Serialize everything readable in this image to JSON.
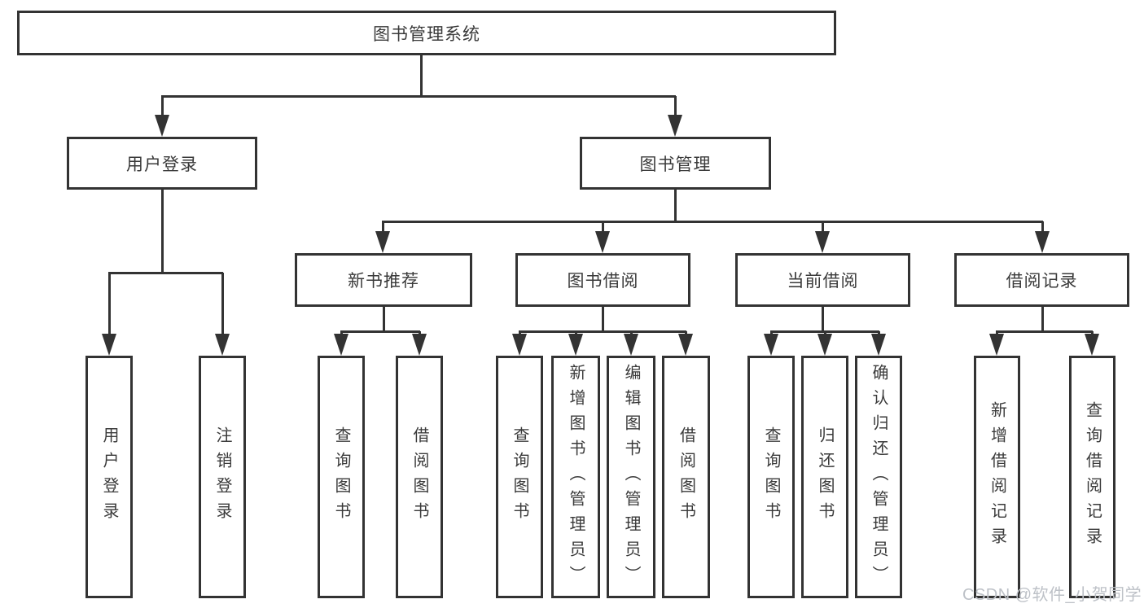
{
  "colors": {
    "line": "#333333",
    "text": "#3a3a3a",
    "background": "#ffffff",
    "watermark": "#bdc1c7"
  },
  "watermark": {
    "text": "CSDN @软件_小贺同学"
  },
  "diagram": {
    "root": {
      "label": "图书管理系统"
    },
    "level2": {
      "user_login": {
        "label": "用户登录"
      },
      "book_management": {
        "label": "图书管理"
      }
    },
    "level3": {
      "new_book_recommend": {
        "label": "新书推荐"
      },
      "book_borrow": {
        "label": "图书借阅"
      },
      "current_borrow": {
        "label": "当前借阅"
      },
      "borrow_records": {
        "label": "借阅记录"
      }
    },
    "leaves": {
      "user_login": {
        "label": "用户登录"
      },
      "logout": {
        "label": "注销登录"
      },
      "query_book_recommend": {
        "label": "查询图书"
      },
      "borrow_book_recommend": {
        "label": "借阅图书"
      },
      "query_book_borrow": {
        "label": "查询图书"
      },
      "add_book_admin": {
        "label": "新增图书（管理员）"
      },
      "edit_book_admin": {
        "label": "编辑图书（管理员）"
      },
      "borrow_book_borrow": {
        "label": "借阅图书"
      },
      "query_book_current": {
        "label": "查询图书"
      },
      "return_book": {
        "label": "归还图书"
      },
      "confirm_return_admin": {
        "label": "确认归还（管理员）"
      },
      "add_borrow_record": {
        "label": "新增借阅记录"
      },
      "query_borrow_record": {
        "label": "查询借阅记录"
      }
    }
  }
}
